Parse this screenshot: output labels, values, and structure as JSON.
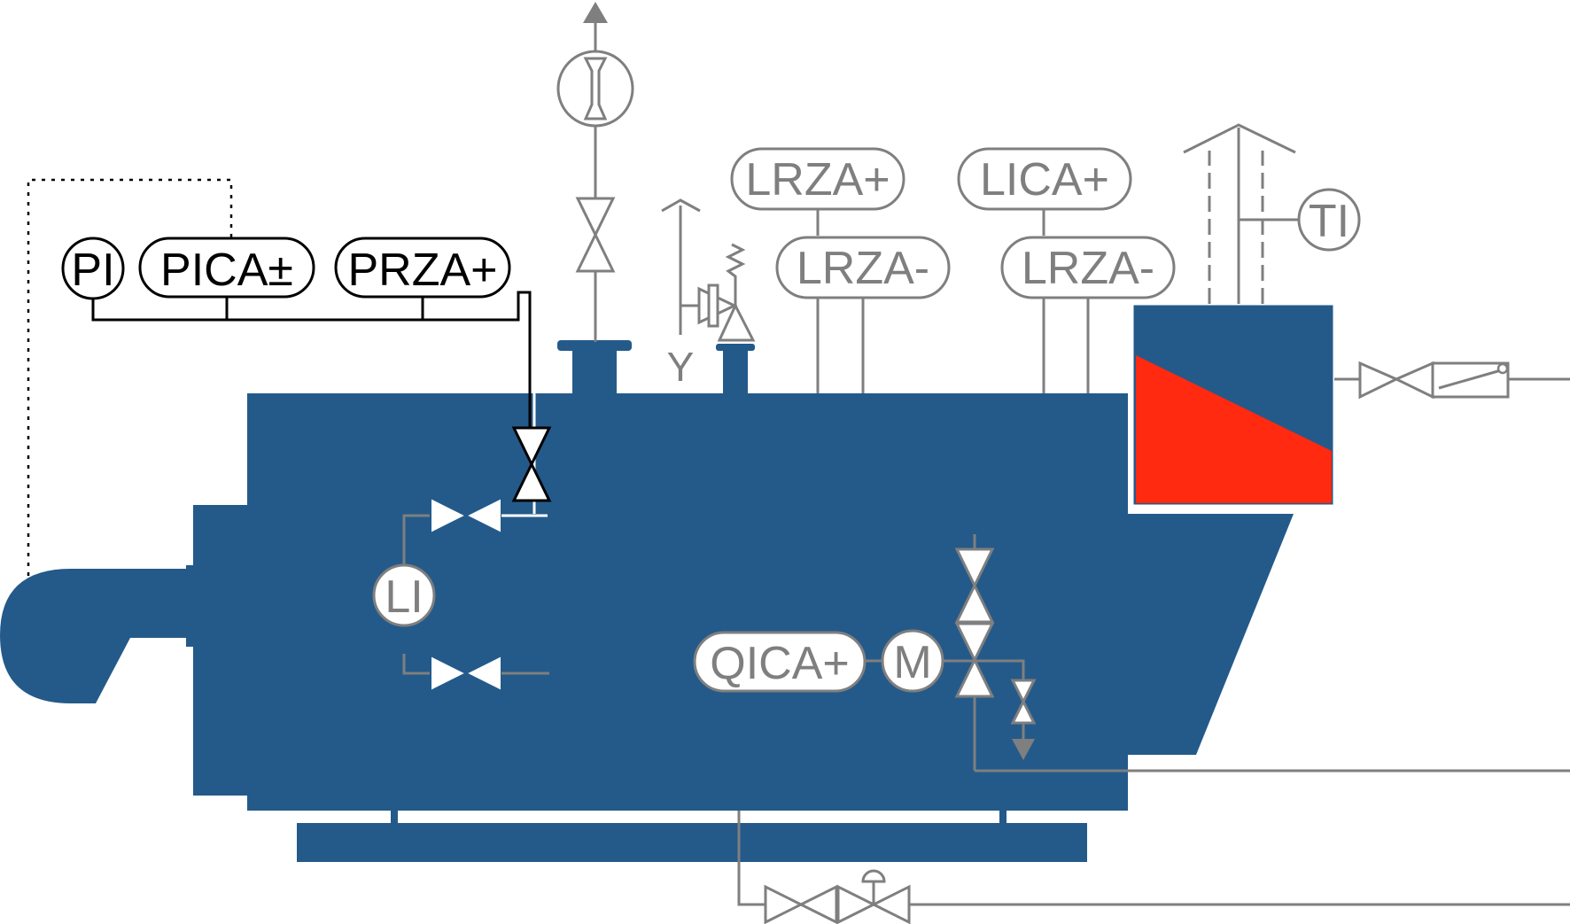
{
  "colors": {
    "boiler": "#235a8a",
    "flame": "#ff2a10",
    "instrument_grey": "#7f7f7f",
    "instrument_black": "#000000",
    "background": "#ffffff"
  },
  "tags": {
    "pi": "PI",
    "pica": "PICA±",
    "przaplus": "PRZA+",
    "lrzaplus": "LRZA+",
    "lrzaminus_1": "LRZA-",
    "licaplus": "LICA+",
    "lrzaminus_2": "LRZA-",
    "ti": "TI",
    "li": "LI",
    "qicaplus": "QICA+",
    "m": "M",
    "y": "Y"
  },
  "icons": [
    "boiler-shell",
    "burner-housing",
    "flue-gas-box",
    "valve",
    "safety-valve",
    "sight-glass",
    "motor",
    "actuator"
  ]
}
